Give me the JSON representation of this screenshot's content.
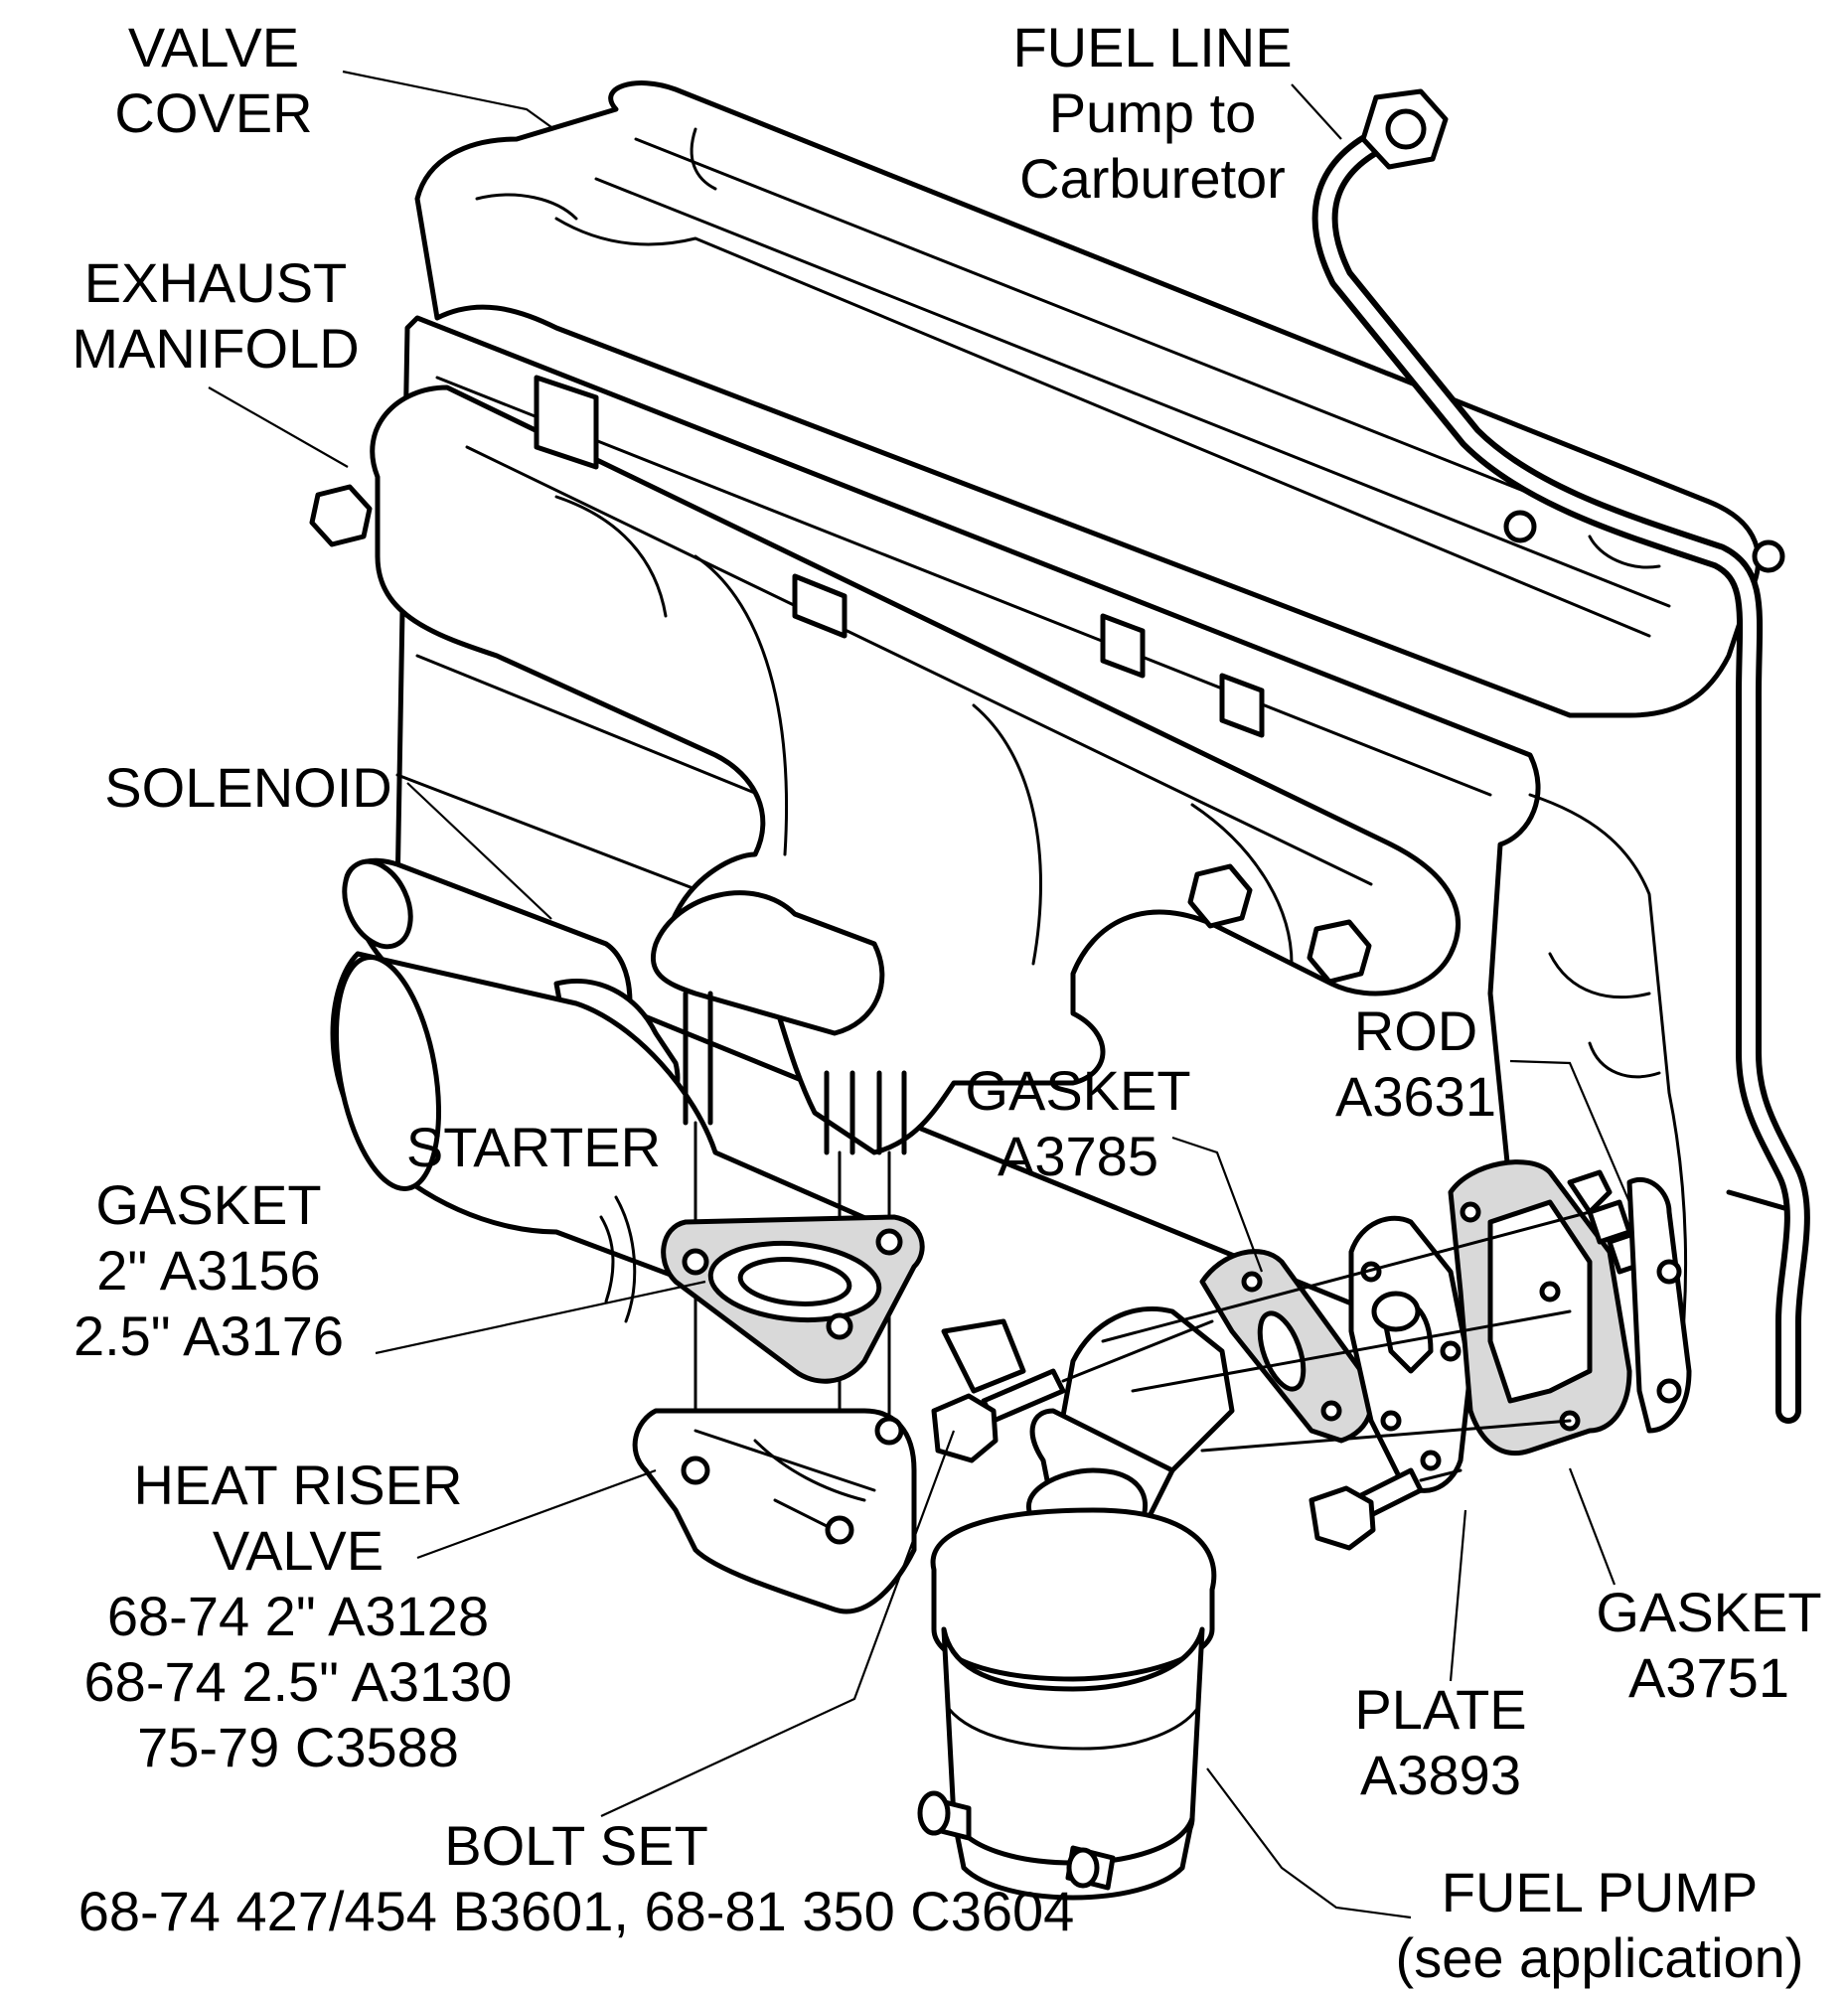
{
  "colors": {
    "ink": "#000000",
    "paper": "#ffffff",
    "gasket_fill": "#d9d9d9"
  },
  "labels": {
    "valve_cover": [
      "VALVE",
      "COVER"
    ],
    "fuel_line": [
      "FUEL LINE",
      "Pump  to",
      "Carburetor"
    ],
    "exhaust_manifold": [
      "EXHAUST",
      "MANIFOLD"
    ],
    "solenoid": [
      "SOLENOID"
    ],
    "starter": [
      "STARTER"
    ],
    "gasket_riser": [
      "GASKET",
      "2\" A3156",
      "2.5\" A3176"
    ],
    "heat_riser_valve": [
      "HEAT RISER",
      "VALVE",
      "68-74 2\" A3128",
      "68-74 2.5\" A3130",
      "75-79  C3588"
    ],
    "bolt_set": [
      "BOLT SET",
      "68-74 427/454 B3601, 68-81 350 C3604"
    ],
    "rod": [
      "ROD",
      "A3631"
    ],
    "gasket_a3785": [
      "GASKET",
      "A3785"
    ],
    "gasket_a3751": [
      "GASKET",
      "A3751"
    ],
    "plate": [
      "PLATE",
      "A3893"
    ],
    "fuel_pump": [
      "FUEL PUMP",
      "(see application)"
    ]
  }
}
